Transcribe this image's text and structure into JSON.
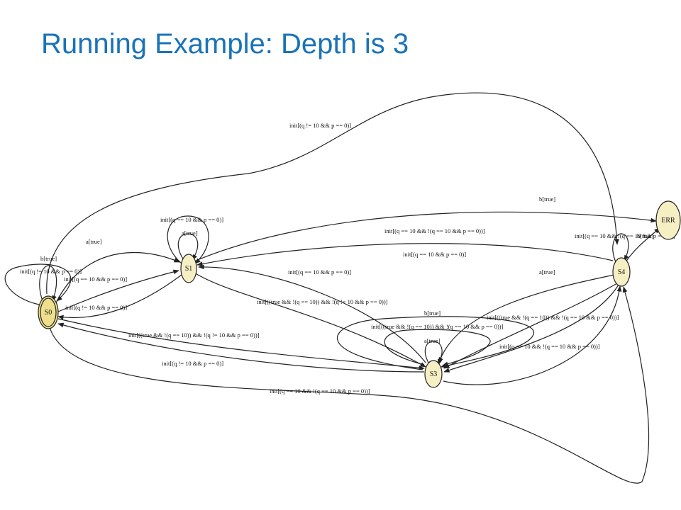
{
  "slide": {
    "title": "Running Example: Depth is 3"
  },
  "nodes": {
    "s0": "S0",
    "s1": "S1",
    "s3": "S3",
    "s4": "S4",
    "err": "ERR"
  },
  "edges": {
    "s0_err_top": "init[(q != 10 && p == 0)]",
    "s1_err": "b[true]",
    "s4_s1_a": "init[(q == 10 && !(q == 10 && p == 0))]",
    "s1_self_init": "init[(q == 10 && p == 0)]",
    "s1_self_a": "a[true]",
    "s0_s1_a": "a[true]",
    "s0_self_b": "b[true]",
    "s0_self_init": "init[(q != 10 && p == 0)]",
    "s0_s1_init": "init[(q == 10 && p == 0)]",
    "s1_s0_init": "init[(q != 10 && p == 0)]",
    "s4_self_init": "init[(q == 10 && !(q == 10 && p == 0))]",
    "s4_err_b": "b[true]",
    "s4_s1_init": "init[(q == 10 && p == 0)]",
    "s3_s1_init": "init[(q == 10 && p == 0)]",
    "s1_s3_init": "init[((true && !(q == 10)) && !(q != 10 && p == 0))]",
    "s4_s3_a": "a[true]",
    "s3_self_b": "b[true]",
    "s3_self_init": "init[((true && !(q == 10)) && !(q == 10 && p == 0))]",
    "s3_self_a": "a[true]",
    "s4_s3_init1": "init[((true && !(q == 10)) && !(q == 10 && p == 0))]",
    "s4_s3_init2": "init[(q == 10 && !(q == 10 && p == 0))]",
    "s0_s3_init": "init[((true && !(q == 10)) && !(q != 10 && p == 0))]",
    "s3_s0_init": "init[(q != 10 && p == 0)]",
    "s0_s4_init": "init[(q == 10 && !(q == 10 && p == 0))]"
  }
}
